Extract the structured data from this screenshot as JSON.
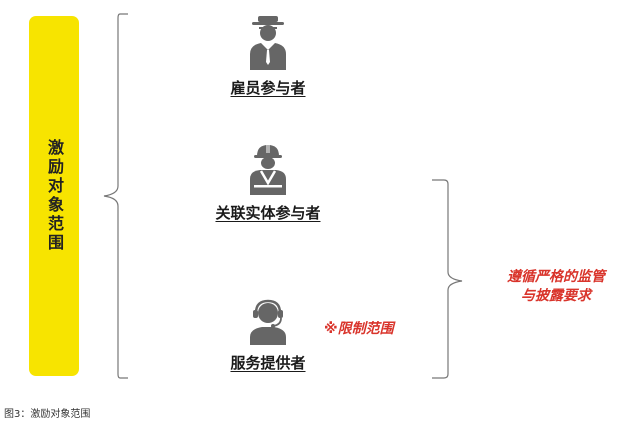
{
  "scope_label": "激励对象范围",
  "participants": [
    {
      "label": "雇员参与者",
      "icon": "businessman-icon"
    },
    {
      "label": "关联实体参与者",
      "icon": "construction-worker-icon"
    },
    {
      "label": "服务提供者",
      "icon": "headset-operator-icon"
    }
  ],
  "restriction_note": "※限制范围",
  "requirement_lines": [
    "遵循严格的监管",
    "与披露要求"
  ],
  "caption": "图3：激励对象范围",
  "colors": {
    "bar": "#f7e400",
    "accent_red": "#d9342b",
    "icon_gray": "#666666"
  }
}
